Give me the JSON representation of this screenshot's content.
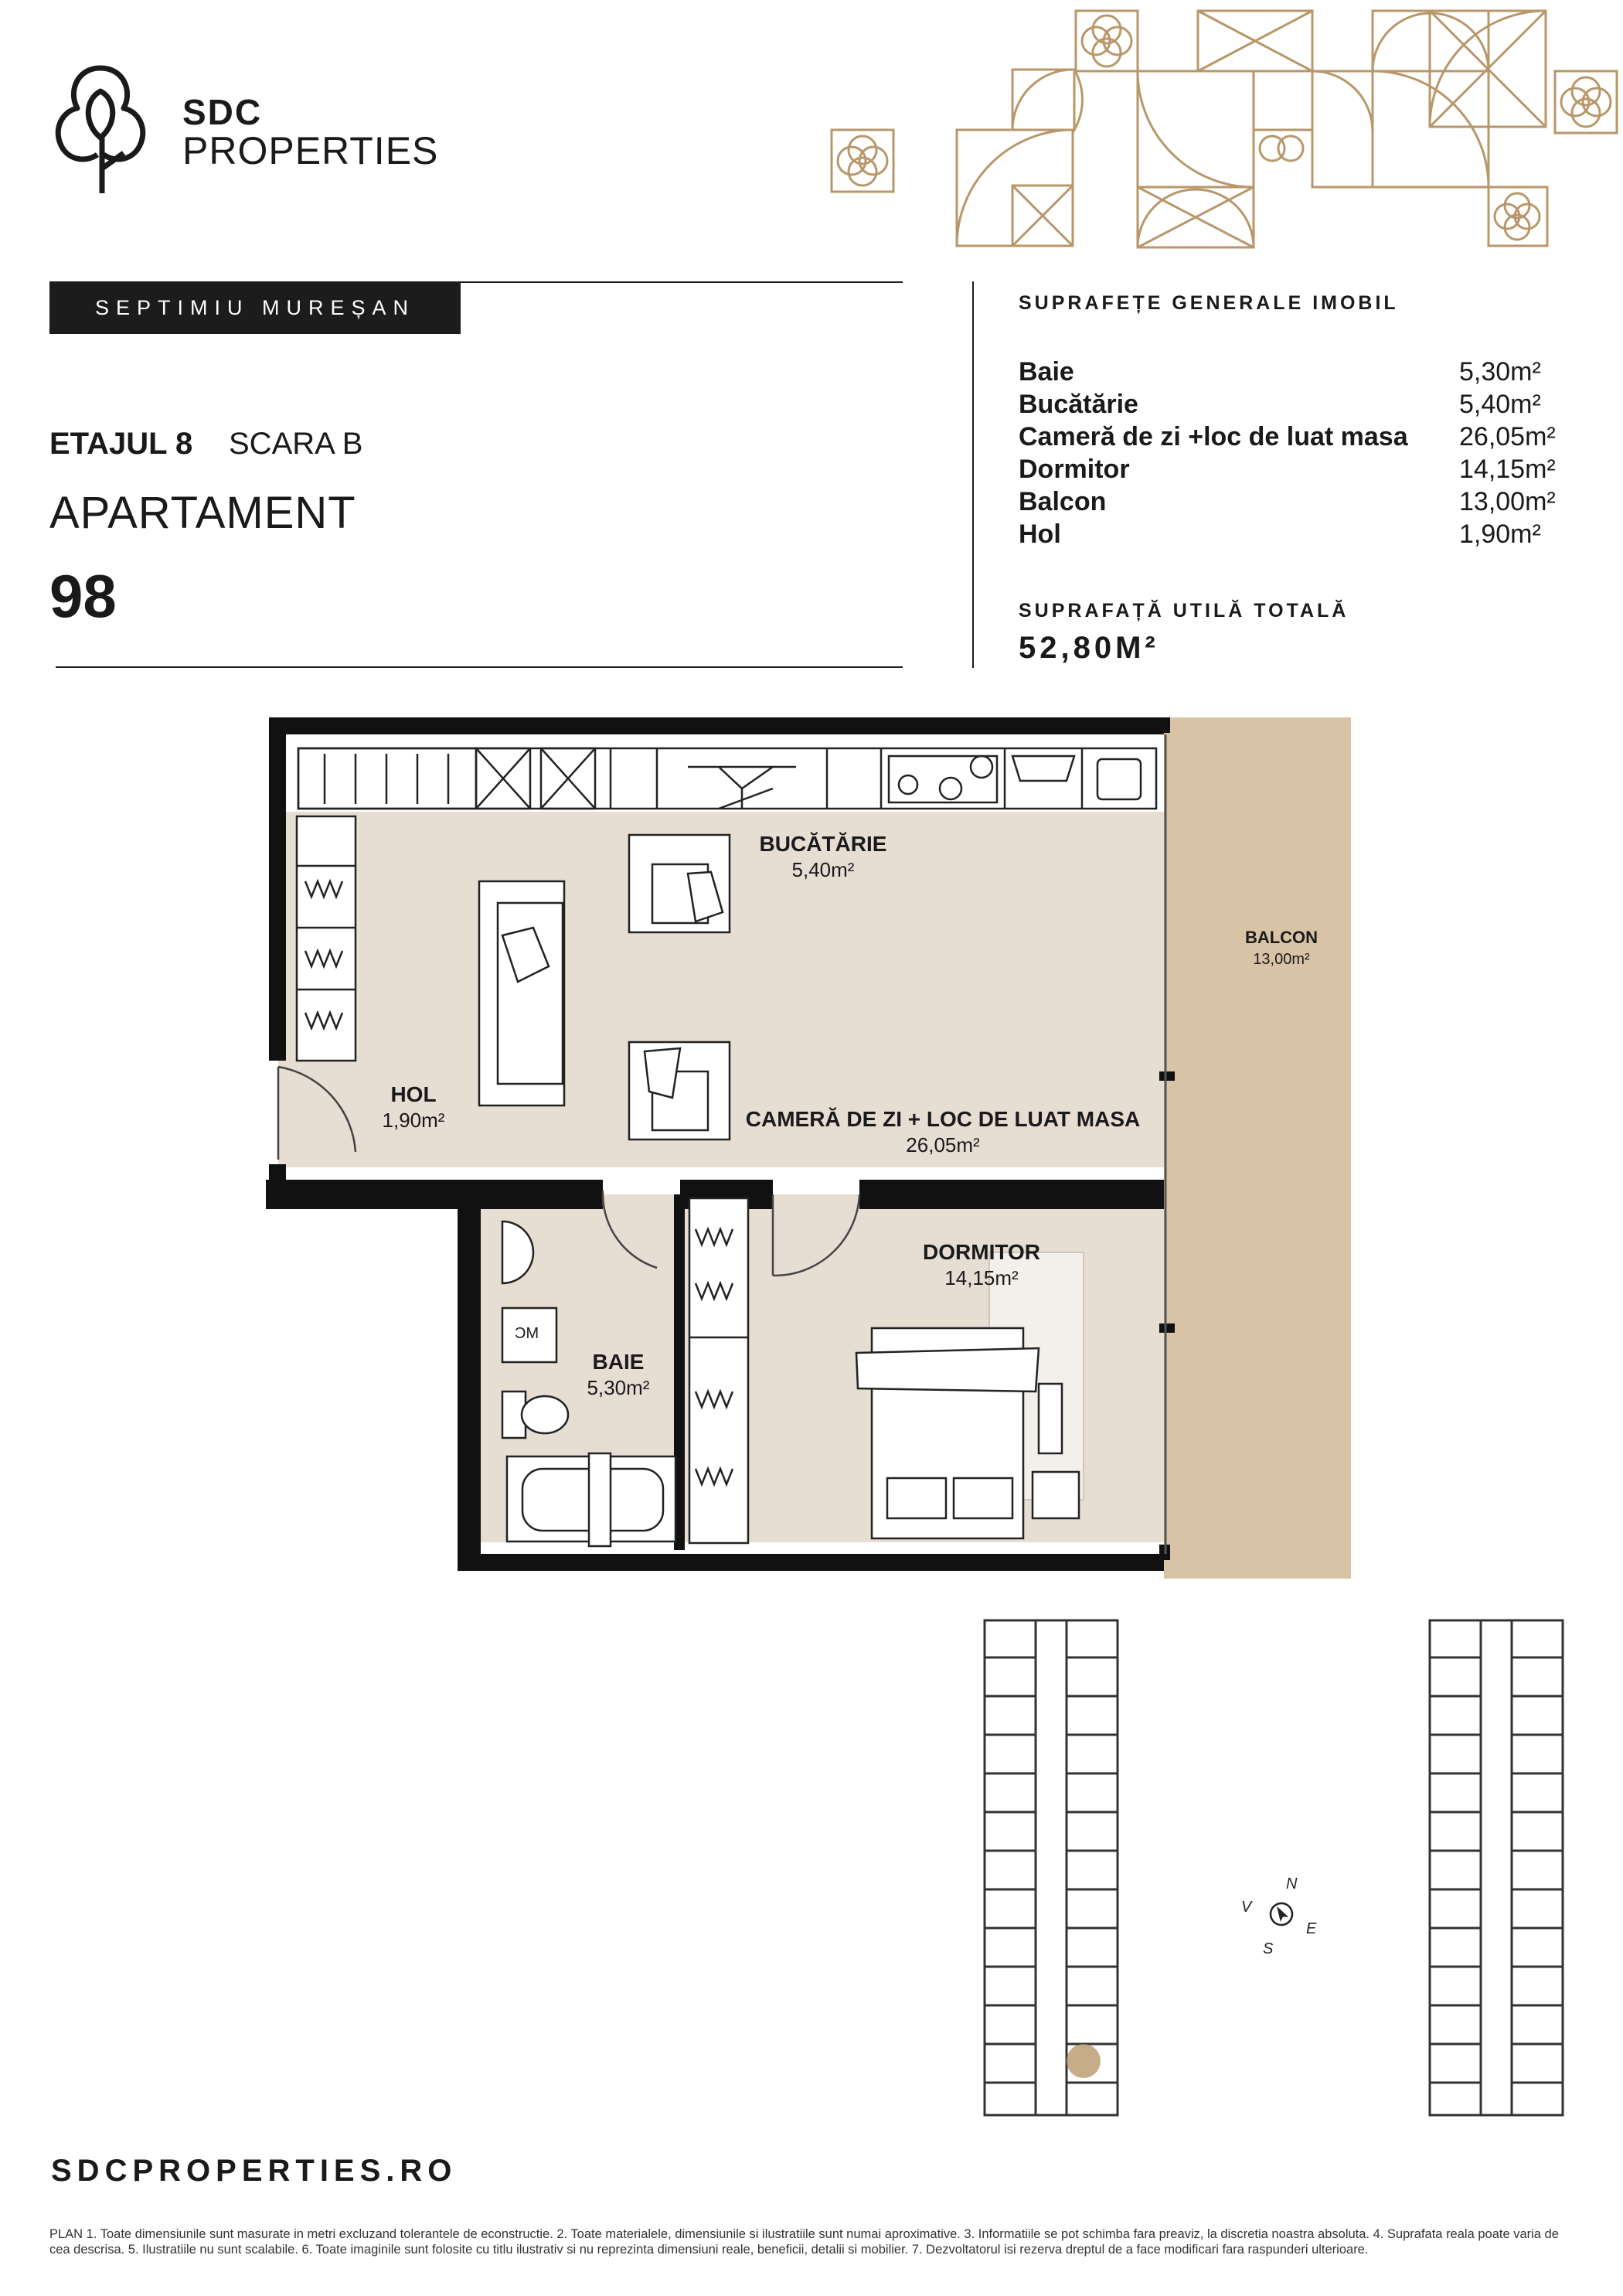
{
  "brand": {
    "name": "SDC",
    "tagline": "PROPERTIES"
  },
  "project": {
    "street": "SEPTIMIU MUREȘAN"
  },
  "unit": {
    "floor": "ETAJUL 8",
    "stair": "SCARA B",
    "type": "APARTAMENT",
    "number": "98"
  },
  "areas": {
    "title": "SUPRAFEȚE GENERALE IMOBIL",
    "rows": [
      {
        "name": "Baie",
        "value": "5,30m²"
      },
      {
        "name": "Bucătărie",
        "value": "5,40m²"
      },
      {
        "name": "Cameră de zi +loc de luat masa",
        "value": "26,05m²"
      },
      {
        "name": "Dormitor",
        "value": "14,15m²"
      },
      {
        "name": "Balcon",
        "value": "13,00m²"
      },
      {
        "name": "Hol",
        "value": "1,90m²"
      }
    ],
    "total_title": "SUPRAFAȚĂ UTILĂ TOTALĂ",
    "total_value": "52,80M²"
  },
  "plan": {
    "rooms": {
      "kitchen": {
        "name": "BUCĂTĂRIE",
        "area": "5,40m²"
      },
      "living": {
        "name": "CAMERĂ DE ZI  + LOC DE LUAT MASA",
        "area": "26,05m²"
      },
      "hall": {
        "name": "HOL",
        "area": "1,90m²"
      },
      "bath": {
        "name": "BAIE",
        "area": "5,30m²"
      },
      "bedroom": {
        "name": "DORMITOR",
        "area": "14,15m²"
      },
      "balcony": {
        "name": "BALCON",
        "area": "13,00m²"
      }
    },
    "wm_label": "MC"
  },
  "compass": {
    "n": "N",
    "e": "E",
    "s": "S",
    "v": "V"
  },
  "colors": {
    "gold": "#b8976a",
    "floor": "#e6ddd3",
    "balcony": "#d9c3a6",
    "wall": "#111111"
  },
  "footer": {
    "website": "SDCPROPERTIES.RO",
    "disclaimer": "PLAN 1. Toate dimensiunile sunt masurate in metri excluzand tolerantele de econstructie. 2. Toate materialele, dimensiunile si ilustratiile sunt numai aproximative. 3. Informatiile se pot schimba fara preaviz, la discretia noastra absoluta. 4. Suprafata reala poate varia de cea descrisa. 5. Ilustratiile nu sunt scalabile. 6. Toate imaginile sunt folosite cu titlu ilustrativ si nu reprezinta dimensiuni reale, beneficii, detalii si mobilier. 7. Dezvoltatorul isi rezerva dreptul de a face modificari fara raspunderi ulterioare."
  }
}
